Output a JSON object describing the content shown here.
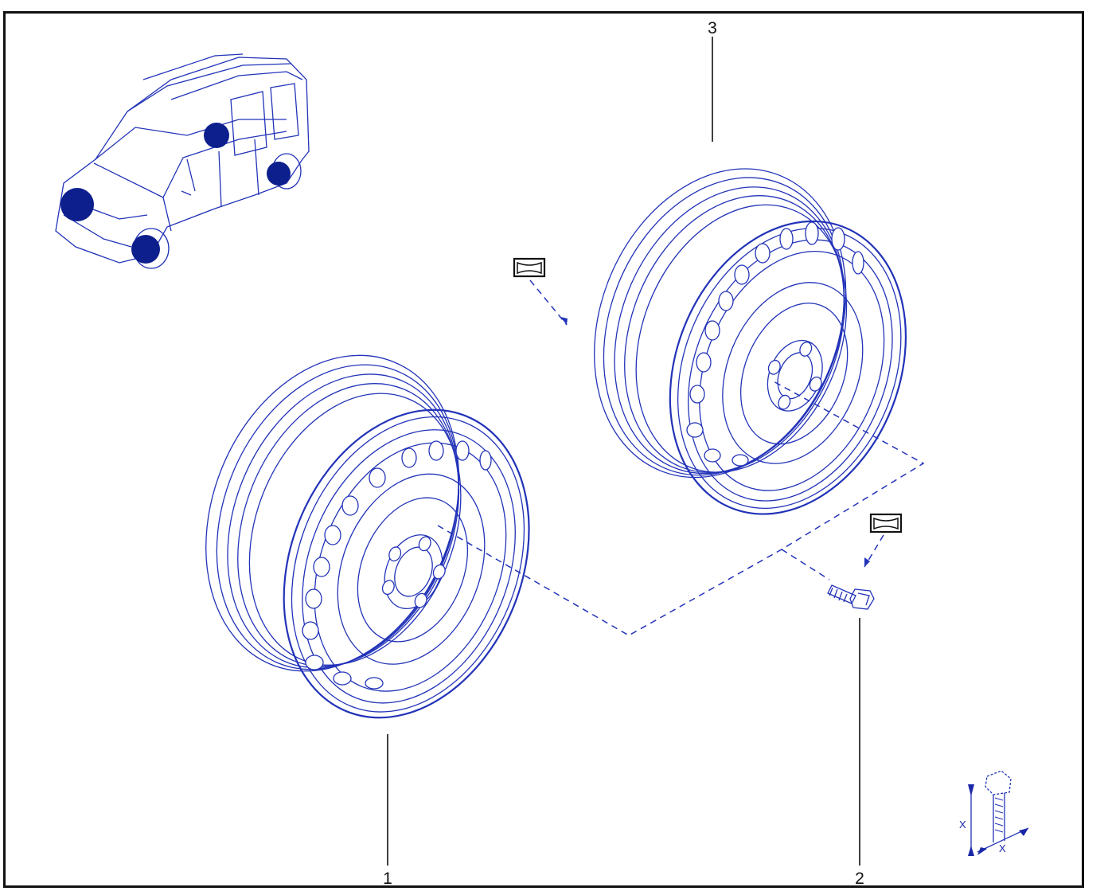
{
  "callouts": {
    "wheel_front": "1",
    "bolt": "2",
    "wheel_rear": "3"
  },
  "dimension_label": "X",
  "dimension_label_2": "X",
  "colors": {
    "line": "#2233b8",
    "marker_fill": "#0d1f8c",
    "frame": "#111111"
  },
  "icons": {
    "vehicle": "van-locator-icon",
    "tag": "parts-tag-icon",
    "bolt_dim": "bolt-dimension-icon"
  }
}
